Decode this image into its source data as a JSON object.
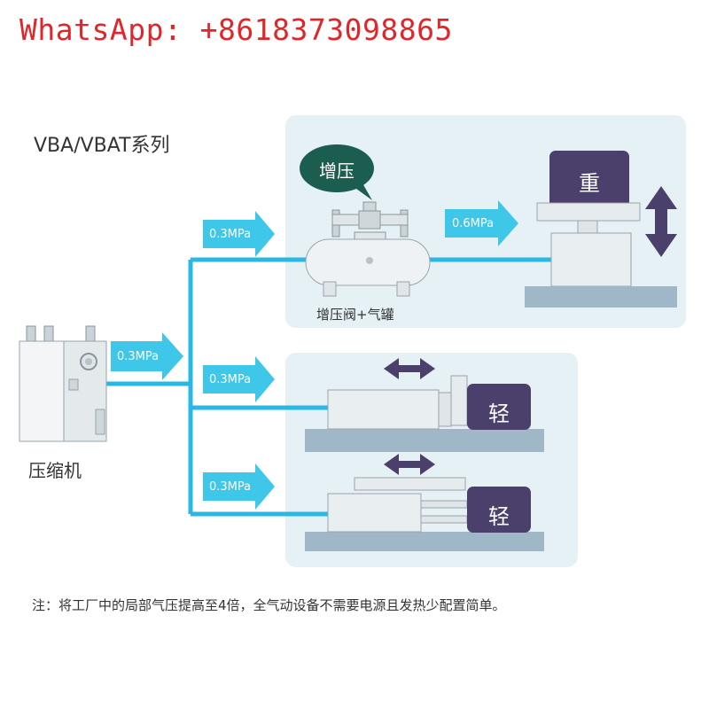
{
  "watermark": {
    "text": "WhatsApp: +8618373098865"
  },
  "title": "VBA/VBAT系列",
  "compressor": {
    "label": "压缩机"
  },
  "booster": {
    "bubble": "增压",
    "label": "增压阀+气罐",
    "output_pressure": "0.6MPa"
  },
  "supply": {
    "main_pressure": "0.3MPa",
    "branch_pressures": [
      "0.3MPa",
      "0.3MPa",
      "0.3MPa"
    ]
  },
  "loads": {
    "heavy": "重",
    "light_1": "轻",
    "light_2": "轻"
  },
  "note": "注：将工厂中的局部气压提高至4倍，全气动设备不需要电源且发热少配置简单。",
  "colors": {
    "pipe": "#29b8e6",
    "arrow": "#3ec7e8",
    "panel": "#e6f1f5",
    "load_box": "#4b3f6b",
    "bubble": "#1b5e4f",
    "watermark": "#e0262a"
  }
}
